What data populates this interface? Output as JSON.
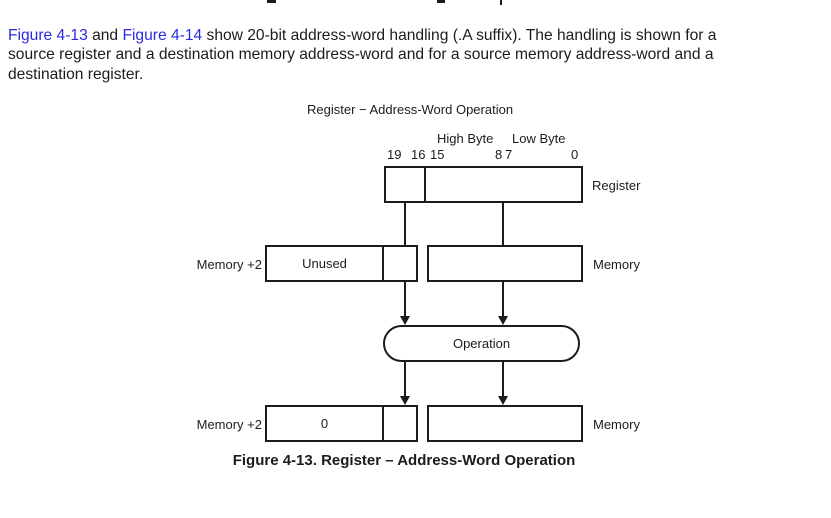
{
  "colors": {
    "background": "#ffffff",
    "text": "#1c1c1c",
    "link": "#2b2be0",
    "diagram_line": "#1c1c1c"
  },
  "paragraph": {
    "link1": "Figure 4-13",
    "mid": " and ",
    "link2": "Figure 4-14",
    "line1_rest": " show 20-bit address-word handling (.A suffix). The handling is shown for a",
    "line2": "source register and a destination memory address-word and for a source memory address-word and a",
    "line3": "destination register."
  },
  "diagram": {
    "title": "Register − Address-Word Operation",
    "high_byte_label": "High Byte",
    "low_byte_label": "Low Byte",
    "bits": {
      "b19": "19",
      "b16": "16",
      "b15": "15",
      "b8": "8",
      "b7": "7",
      "b0": "0"
    },
    "register_label": "Register",
    "row_top": {
      "left_label": "Memory +2",
      "cell1": "Unused",
      "right_label": "Memory"
    },
    "operation_label": "Operation",
    "row_bottom": {
      "left_label": "Memory +2",
      "cell1": "0",
      "right_label": "Memory"
    }
  },
  "caption": "Figure 4-13. Register – Address-Word Operation"
}
